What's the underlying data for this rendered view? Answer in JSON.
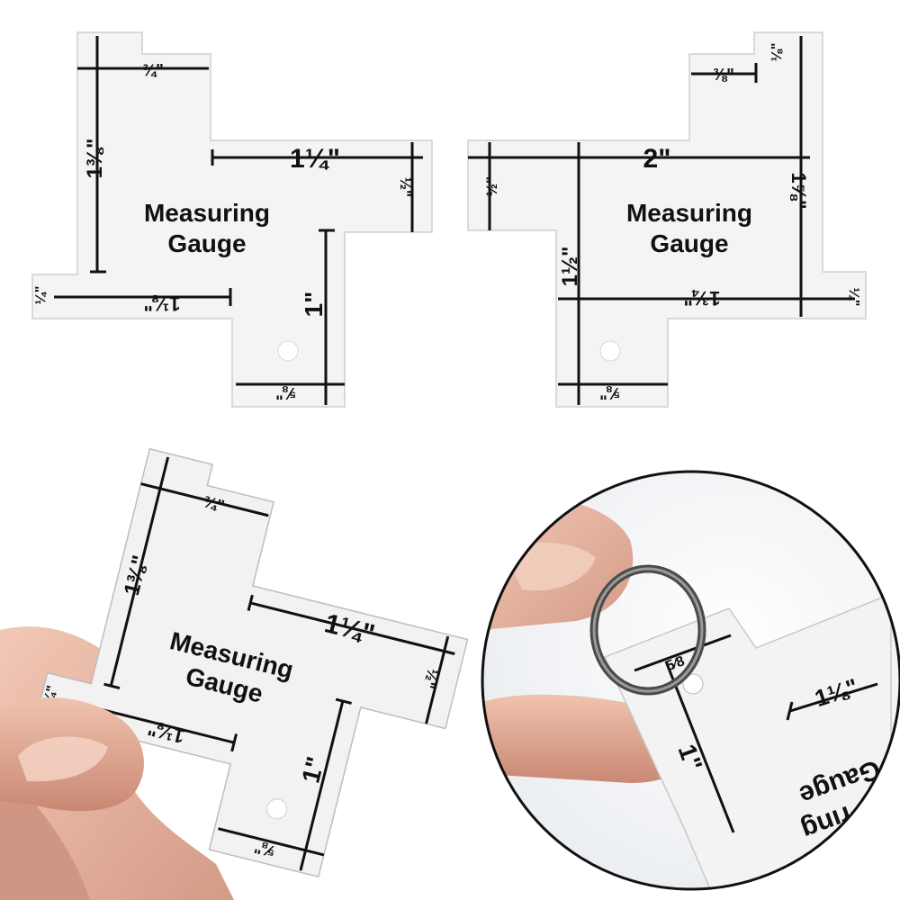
{
  "gauges": {
    "title_line1": "Measuring",
    "title_line2": "Gauge",
    "top_left": {
      "m_3_4": "¾\"",
      "m_1_3_8": "1⅜\"",
      "m_1_1_4": "1¼\"",
      "m_1_2": "½\"",
      "m_1_4": "¼\"",
      "m_1_1_8": "1⅛\"",
      "m_1": "1\"",
      "m_5_8": "⅝\""
    },
    "top_right": {
      "m_3_8": "⅜\"",
      "m_1_8": "⅛\"",
      "m_2": "2\"",
      "m_1_5_8": "1⅝\"",
      "m_1_2": "½\"",
      "m_1_1_2": "1½\"",
      "m_1_3_4": "1¾\"",
      "m_1_4": "¼\"",
      "m_5_8": "⅝\""
    },
    "bottom_left": {
      "m_3_4": "¾\"",
      "m_1_3_8": "1⅜\"",
      "m_1_1_4": "1¼\"",
      "m_1_2": "½\"",
      "m_1_4": "¼\"",
      "m_1_1_8": "1⅛\"",
      "m_1": "1\"",
      "m_5_8": "⅝\""
    },
    "bottom_right": {
      "m_5_8": "5⁄8",
      "m_1_1_8": "1⅛\"",
      "m_1": "1\"",
      "title_fragment_1": "Gauge",
      "title_fragment_2": "ring"
    }
  },
  "colors": {
    "background": "#ffffff",
    "gauge_face": "#f4f4f4",
    "gauge_edge": "#cfcfcf",
    "ink": "#111111",
    "skin": "#e9b9a4",
    "skin_shadow": "#c98d79",
    "ring_metal": "#5a5a5a"
  }
}
